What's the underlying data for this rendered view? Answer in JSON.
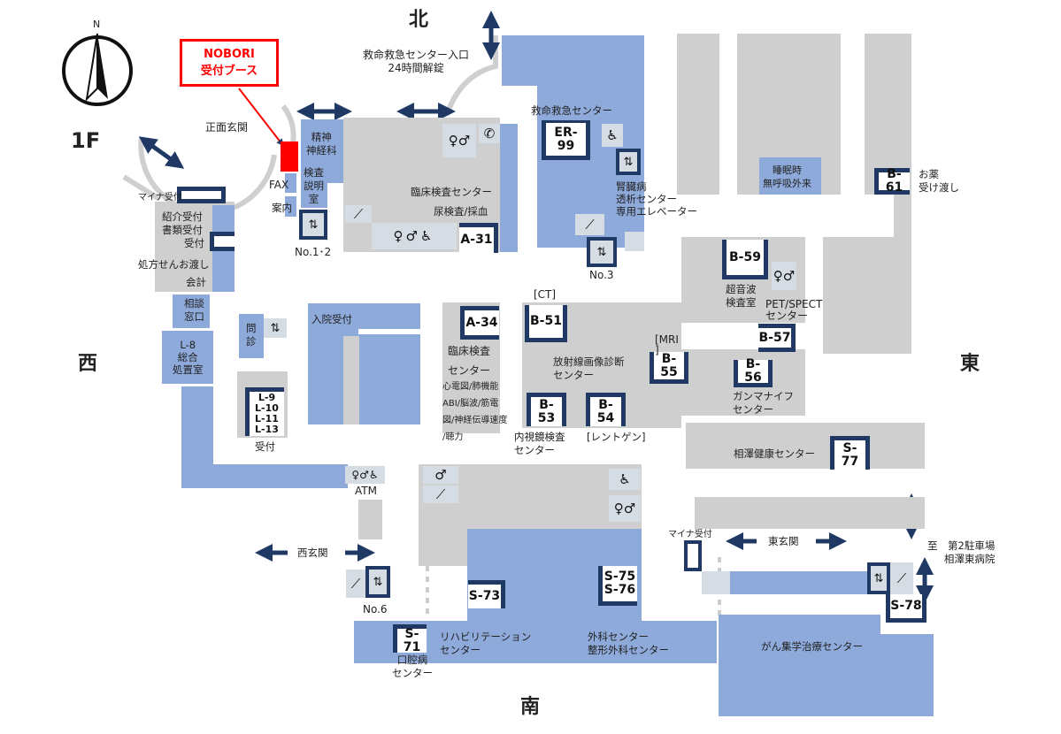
{
  "floor": "1F",
  "compass": {
    "north_letter": "N"
  },
  "directions": {
    "north": "北",
    "south": "南",
    "east": "東",
    "west": "西"
  },
  "booth": {
    "line1": "NOBORI",
    "line2": "受付ブース",
    "color": "#ff0000"
  },
  "colors": {
    "department": "#8eaadb",
    "area": "#d0cfd0",
    "room_border": "#1f3864",
    "facility": "#d6dce4"
  },
  "labels": {
    "main_entrance": "正面玄関",
    "er_entrance_1": "救命救急センター入口",
    "er_entrance_2": "24時間解錠",
    "mynumber_reception": "マイナ受付",
    "intro_reception": "紹介受付",
    "document_reception": "書類受付",
    "reception": "受付",
    "prescription": "処方せんお渡し",
    "payment": "会計",
    "consult_1": "相談",
    "consult_2": "窓口",
    "l8_1": "L-8",
    "l8_2": "総合",
    "l8_3": "処置室",
    "fax": "FAX",
    "info": "案内",
    "psych_1": "精神",
    "psych_2": "神経科",
    "exam_explain_1": "検査",
    "exam_explain_2": "説明",
    "exam_explain_3": "室",
    "elevator_12": "No.1･2",
    "clinical_lab": "臨床検査センター",
    "urine_blood": "尿検査/採血",
    "er_center": "救命救急センター",
    "dialysis_1": "腎臓病",
    "dialysis_2": "透析センター",
    "dialysis_3": "専用エレベーター",
    "elevator_3": "No.3",
    "sleep_1": "睡眠時",
    "sleep_2": "無呼吸外来",
    "medicine_1": "お薬",
    "medicine_2": "受け渡し",
    "ultrasound_1": "超音波",
    "ultrasound_2": "検査室",
    "pet_1": "PET/SPECT",
    "pet_2": "センター",
    "monshin_1": "問",
    "monshin_2": "診",
    "admission": "入院受付",
    "clinical_lab2_1": "臨床検査",
    "clinical_lab2_2": "センター",
    "clinical_lab2_3": "心電図/肺機能",
    "clinical_lab2_4": "ABI/脳波/筋電",
    "clinical_lab2_5": "図/神経伝導速度",
    "clinical_lab2_6": "/聴力",
    "ct": "[CT]",
    "mri_1": "[MRI",
    "mri_2": "]",
    "radiology_1": "放射線画像診断",
    "radiology_2": "センター",
    "endoscopy_1": "内視鏡検査",
    "endoscopy_2": "センター",
    "xray": "[レントゲン]",
    "gamma_1": "ガンマナイフ",
    "gamma_2": "センター",
    "health_center": "相澤健康センター",
    "l_reception": "受付",
    "atm": "ATM",
    "west_entrance": "西玄関",
    "elevator_6": "No.6",
    "east_entrance": "東玄関",
    "mynumber_reception_east": "マイナ受付",
    "parking_1": "至　第2駐車場",
    "parking_2": "相澤東病院",
    "rehab_1": "リハビリテーション",
    "rehab_2": "センター",
    "oral_1": "口腔病",
    "oral_2": "センター",
    "surgery_1": "外科センター",
    "surgery_2": "整形外科センター",
    "cancer": "がん集学治療センター"
  },
  "rooms": {
    "a31": "A-31",
    "a34": "A-34",
    "er99": "ER-99",
    "b51": "B-51",
    "b53": "B-53",
    "b54": "B-54",
    "b55": "B-55",
    "b56": "B-56",
    "b57": "B-57",
    "b59": "B-59",
    "b61": "B-61",
    "l9": "L-9",
    "l10": "L-10",
    "l11": "L-11",
    "l13": "L-13",
    "s71": "S-71",
    "s73": "S-73",
    "s75": "S-75",
    "s76": "S-76",
    "s77": "S-77",
    "s78": "S-78"
  },
  "icons": {
    "elevator": "⇅",
    "restroom": "♀♂",
    "wheelchair": "♿",
    "escalator": "⟋",
    "phone": "✆",
    "man": "♂"
  }
}
